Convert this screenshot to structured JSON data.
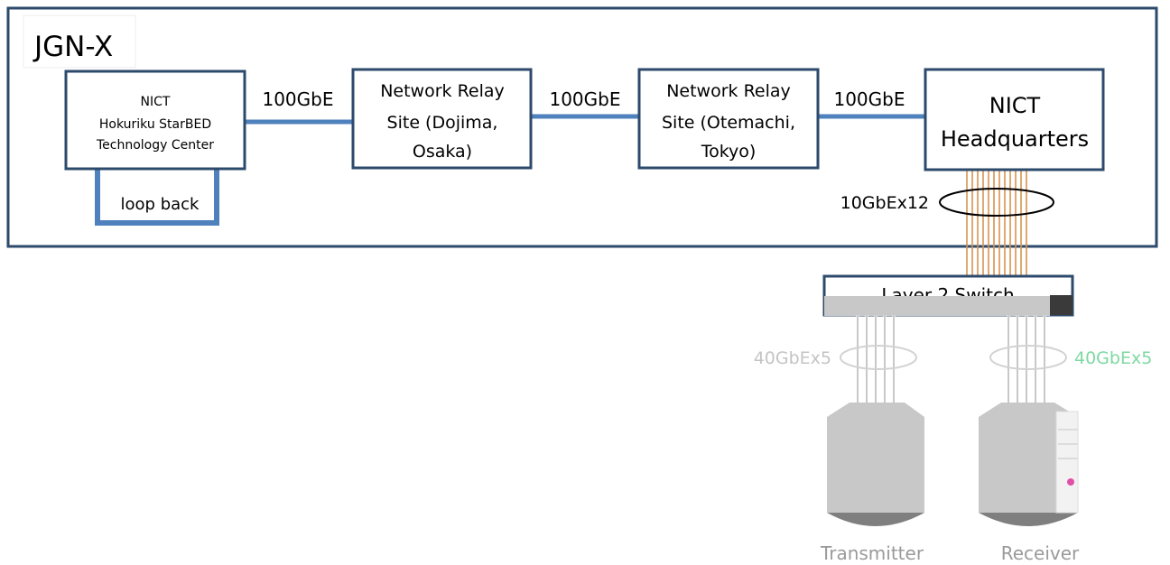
{
  "region": {
    "label": "JGN-X"
  },
  "nodes": {
    "starbed": {
      "lines": [
        "NICT",
        "Hokuriku StarBED",
        "Technology Center"
      ]
    },
    "dojima": {
      "lines": [
        "Network Relay",
        "Site (Dojima,",
        "Osaka)"
      ]
    },
    "otemachi": {
      "lines": [
        "Network Relay",
        "Site (Otemachi,",
        "Tokyo)"
      ]
    },
    "hq": {
      "lines": [
        "NICT",
        "Headquarters"
      ]
    },
    "switch": {
      "label": "Layer 2 Switch"
    }
  },
  "links": {
    "loop": "loop back",
    "link1": "100GbE",
    "link2": "100GbE",
    "link3": "100GbE",
    "bundle_hq": "10GbEx12",
    "bundle_tx": "40GbEx5",
    "bundle_rx": "40GbEx5"
  },
  "devices": {
    "transmitter": "Transmitter",
    "receiver": "Receiver"
  },
  "colors": {
    "frame": "#2c4a6b",
    "link": "#4f81bd",
    "fiber": "#d9924f",
    "faded": "#c8c8c8",
    "faded_text": "#9a9a9a",
    "accent": "#e24fa8"
  }
}
